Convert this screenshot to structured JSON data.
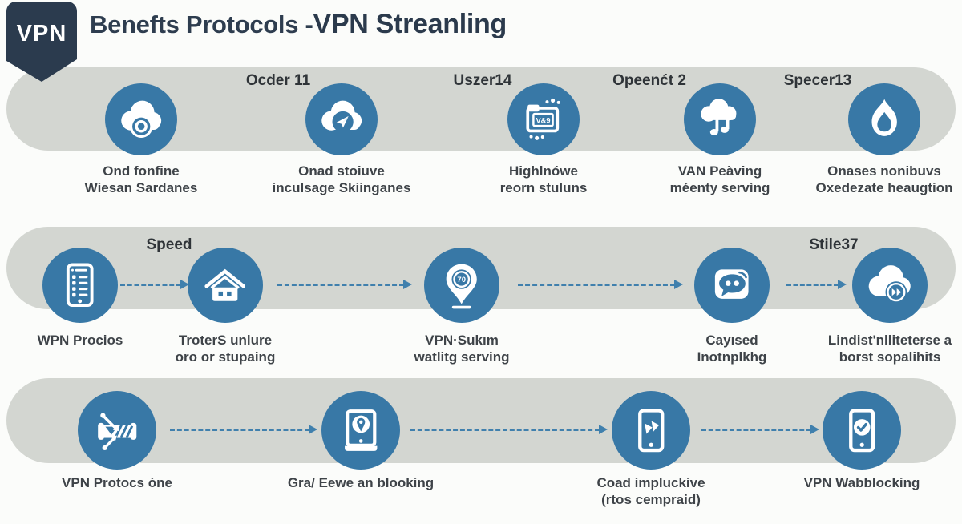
{
  "badge": "VPN",
  "title": {
    "prefix": "Benefts Protocols - ",
    "highlight": "VPN Streanling"
  },
  "colors": {
    "circle_blue": "#3878a6",
    "arrow_blue": "#4080ad",
    "band_gray": "#d3d6d1",
    "badge_navy": "#2b3b4e",
    "title_navy": "#2e3d4f",
    "label_gray": "#3e4348"
  },
  "pin_value": "70",
  "folder_text": "V&9",
  "rows": [
    {
      "headers": [
        "Ocder 11",
        "Uszer14",
        "Opeenćt 2",
        "Specer13"
      ],
      "nodes": [
        {
          "icon": "cloud-lens",
          "label": [
            "Ond fonfine",
            "Wiesan Sardanes"
          ]
        },
        {
          "icon": "cloud-nav",
          "label": [
            "Onad stoiuve",
            "inculsage Skiinganes"
          ]
        },
        {
          "icon": "video-folder",
          "label": [
            "Highlnówe",
            "reorn stuluns"
          ]
        },
        {
          "icon": "cloud-music",
          "label": [
            "VAN Peàving",
            "méenty servìng"
          ]
        },
        {
          "icon": "flame-drop",
          "label": [
            "Onases nonibuvs",
            "Oxedezate heaugtion"
          ]
        }
      ]
    },
    {
      "headers": [
        "Speed",
        "Stile37"
      ],
      "nodes": [
        {
          "icon": "phone-list",
          "label": [
            "WPN Procios"
          ]
        },
        {
          "icon": "house",
          "label": [
            "TroterS unlure",
            "oro or stupaing"
          ]
        },
        {
          "icon": "pin-70",
          "label": [
            "VPN·Sukım",
            "watlitg serving"
          ]
        },
        {
          "icon": "chat",
          "label": [
            "Cayısed",
            "Inotnplkhg"
          ]
        },
        {
          "icon": "cloud-forward",
          "label": [
            "Lindist'nlliteterse a",
            "borst sopalihits"
          ]
        }
      ]
    },
    {
      "headers": [],
      "nodes": [
        {
          "icon": "vpn-tunnel",
          "label": [
            "VPN Protocs ȯne"
          ]
        },
        {
          "icon": "tablet-pin",
          "label": [
            "Gra/ Eewe an blooking"
          ]
        },
        {
          "icon": "phone-forward",
          "label": [
            "Coad impluckive",
            "(rtos cempraid)"
          ]
        },
        {
          "icon": "phone-check",
          "label": [
            "VPN Wabblocking"
          ]
        }
      ]
    }
  ]
}
